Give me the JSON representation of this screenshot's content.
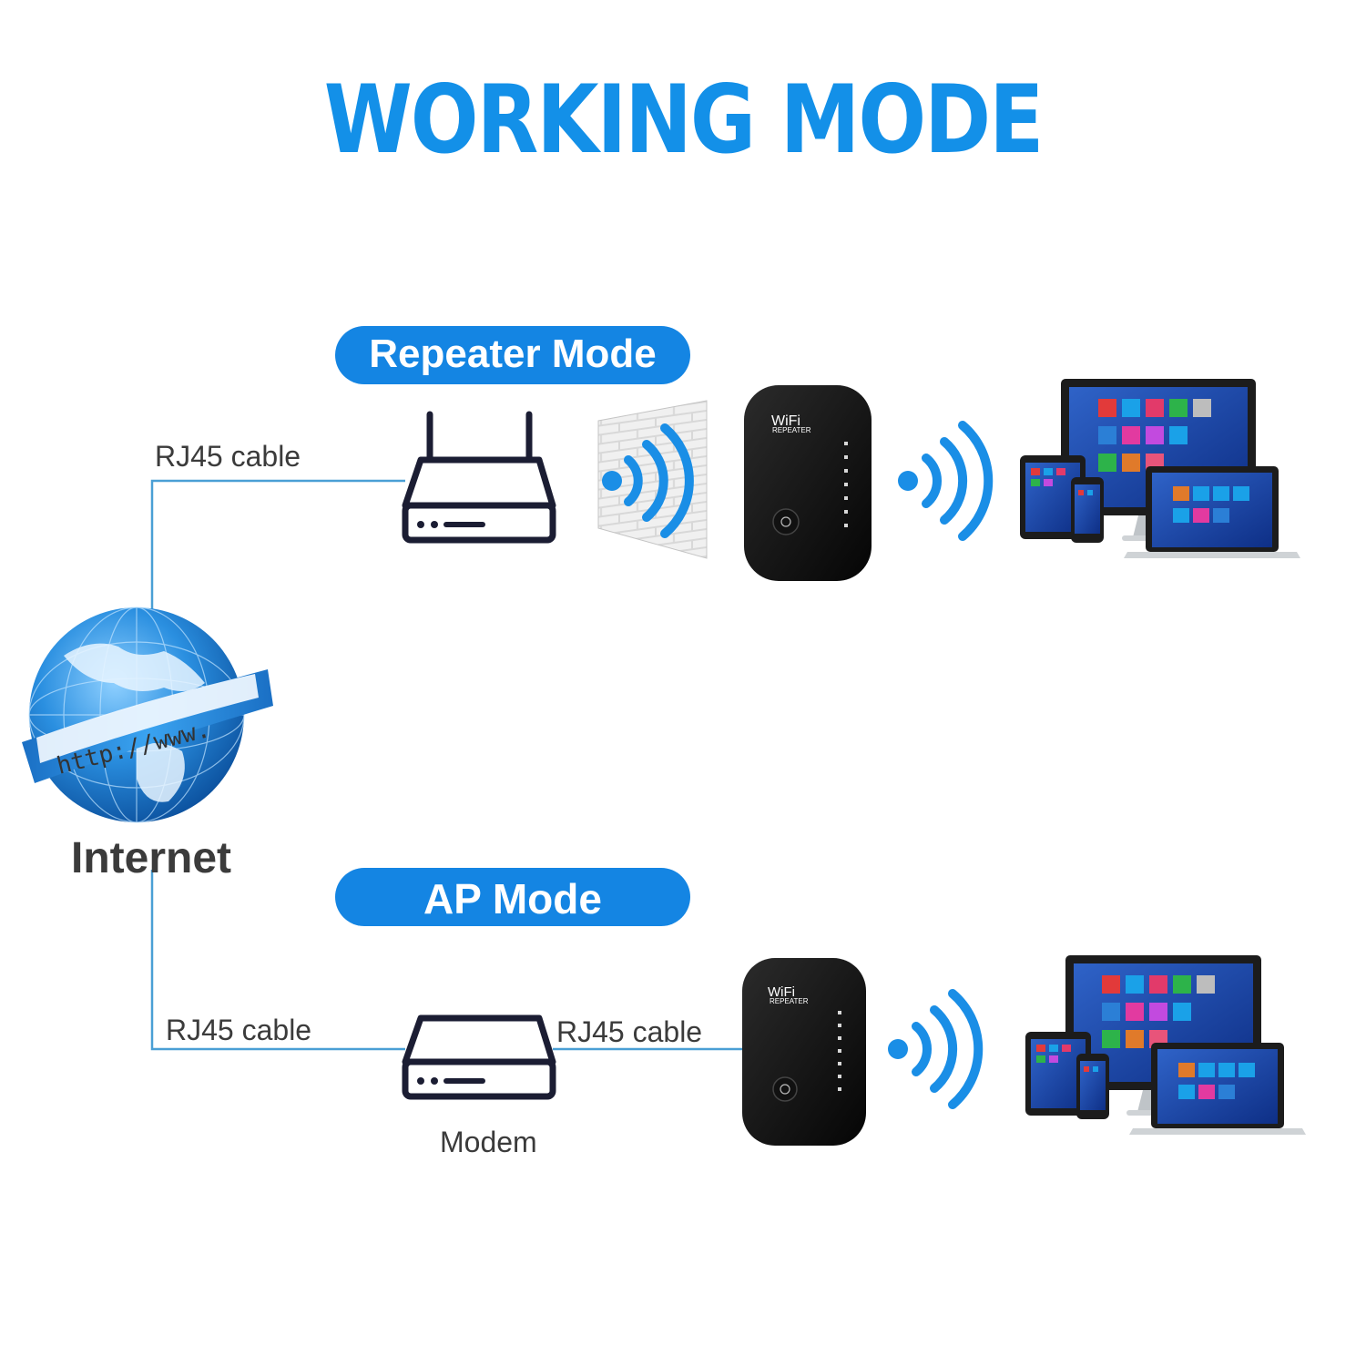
{
  "title": "WORKING MODE",
  "modes": {
    "repeater": {
      "label": "Repeater Mode",
      "cable_label": "RJ45 cable"
    },
    "ap": {
      "label": "AP Mode",
      "cable_left_label": "RJ45 cable",
      "cable_right_label": "RJ45 cable",
      "modem_label": "Modem"
    }
  },
  "internet": {
    "label": "Internet",
    "globe_text": "http://www."
  },
  "device": {
    "brand": "WiFi",
    "model": "REPEATER"
  },
  "colors": {
    "accent": "#1390e8",
    "pill": "#1485e3",
    "line": "#4a9fd5",
    "text": "#3b3b3b",
    "device": "#0f0f0f"
  }
}
